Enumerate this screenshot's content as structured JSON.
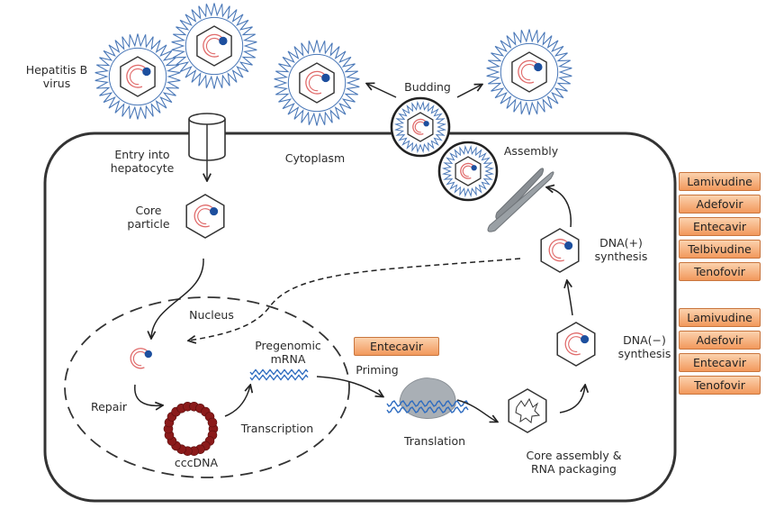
{
  "labels": {
    "hbv": [
      "Hepatitis B",
      "virus"
    ],
    "entry": [
      "Entry into",
      "hepatocyte"
    ],
    "cytoplasm": "Cytoplasm",
    "budding": "Budding",
    "assembly": "Assembly",
    "core_particle": [
      "Core",
      "particle"
    ],
    "nucleus": "Nucleus",
    "pregenomic": [
      "Pregenomic",
      "mRNA"
    ],
    "priming": "Priming",
    "repair": "Repair",
    "transcription": "Transcription",
    "cccdna": "cccDNA",
    "translation": "Translation",
    "core_assembly": [
      "Core assembly &",
      "RNA packaging"
    ],
    "dna_plus": [
      "DNA(+)",
      "synthesis"
    ],
    "dna_minus": [
      "DNA(−)",
      "synthesis"
    ]
  },
  "drugs": {
    "plus_group": [
      "Lamivudine",
      "Adefovir",
      "Entecavir",
      "Telbivudine",
      "Tenofovir"
    ],
    "minus_group": [
      "Lamivudine",
      "Adefovir",
      "Entecavir",
      "Tenofovir"
    ],
    "priming": "Entecavir"
  },
  "colors": {
    "spike": "#4a78b8",
    "rna": "#e06a6a",
    "polymerase": "#1d4f9e",
    "cccdna": "#8b1a1a",
    "drug_fill": "#f2985c",
    "mrna": "#2e6cc0",
    "ribosome": "#a9afb5"
  }
}
